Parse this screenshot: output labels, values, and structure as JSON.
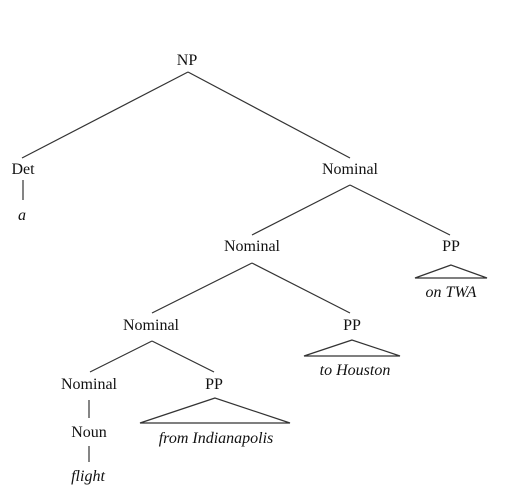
{
  "tree": {
    "root": "NP",
    "det": {
      "label": "Det",
      "word": "a"
    },
    "nominal_top": "Nominal",
    "pp_twa": {
      "label": "PP",
      "phrase": "on TWA"
    },
    "nominal_mid": "Nominal",
    "pp_houston": {
      "label": "PP",
      "phrase": "to Houston"
    },
    "nominal_low": "Nominal",
    "nominal_leaf": "Nominal",
    "pp_indianapolis": {
      "label": "PP",
      "phrase": "from Indianapolis"
    },
    "noun": {
      "label": "Noun",
      "word": "flight"
    }
  }
}
